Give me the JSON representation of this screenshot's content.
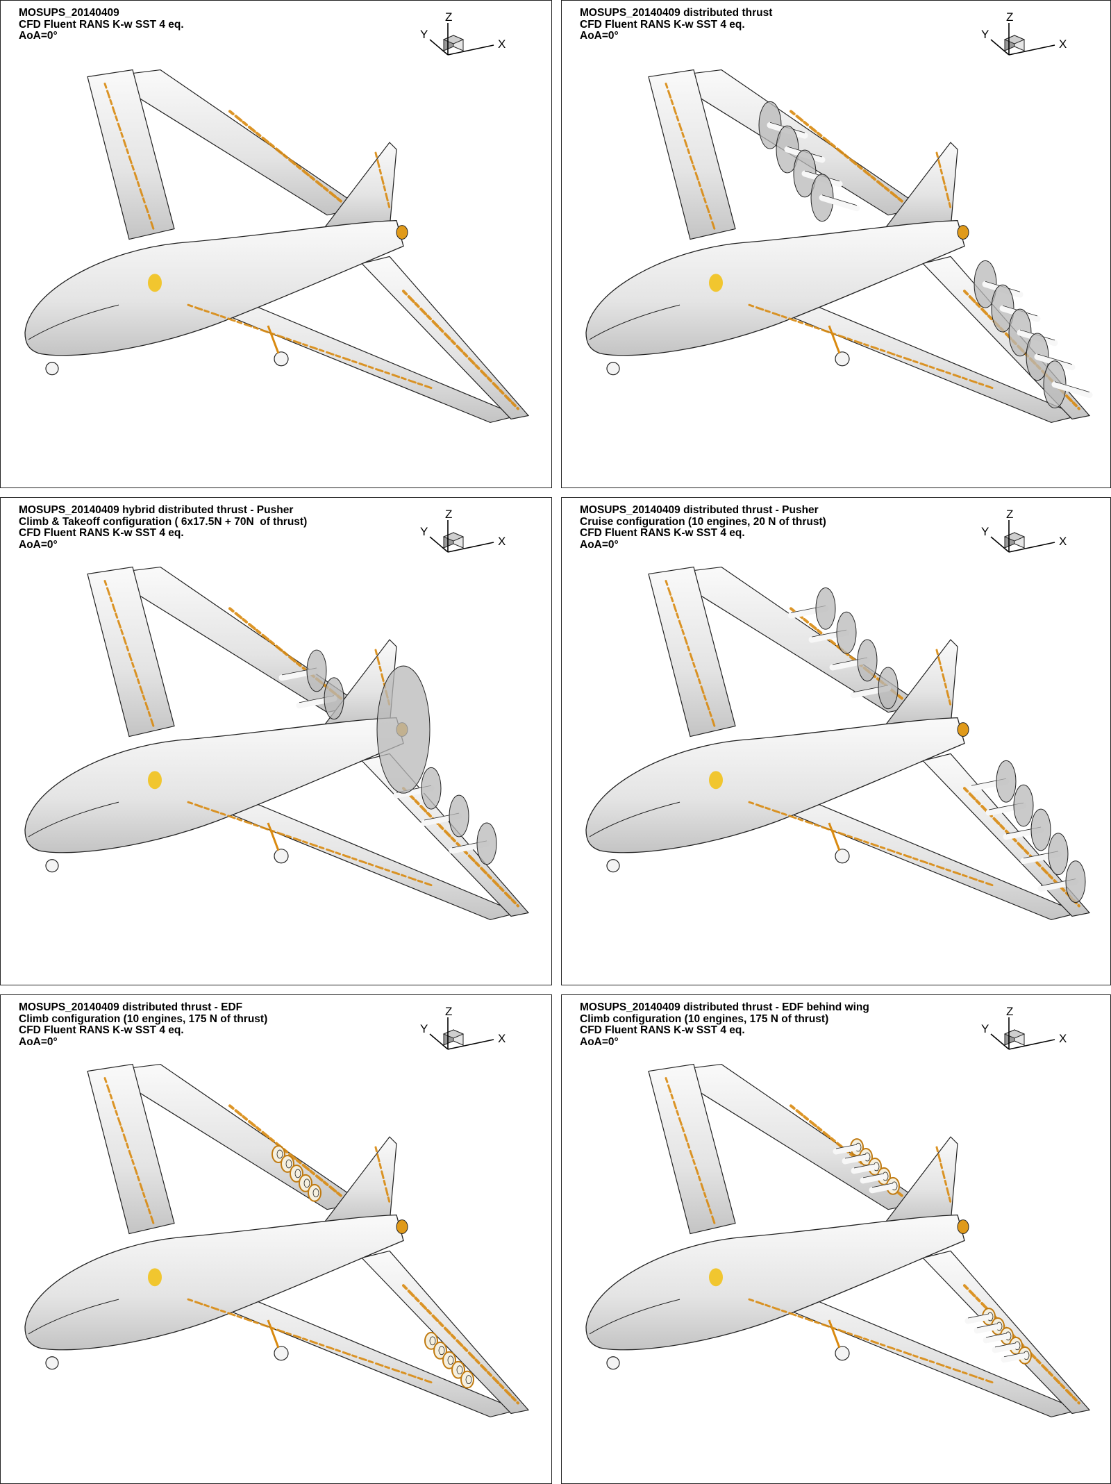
{
  "panels": [
    {
      "id": "p1",
      "caption": [
        "MOSUPS_20140409",
        "CFD Fluent RANS K-w SST 4 eq.",
        "AoA=0°"
      ],
      "propulsion": "none",
      "axes": {
        "x": "X",
        "y": "Y",
        "z": "Z"
      }
    },
    {
      "id": "p2",
      "caption": [
        "MOSUPS_20140409 distributed thrust",
        "CFD Fluent RANS K-w SST 4 eq.",
        "AoA=0°"
      ],
      "propulsion": "discs-front",
      "axes": {
        "x": "X",
        "y": "Y",
        "z": "Z"
      }
    },
    {
      "id": "p3",
      "caption": [
        "MOSUPS_20140409 hybrid distributed thrust - Pusher",
        "Climb & Takeoff configuration ( 6x17.5N + 70N  of thrust)",
        "CFD Fluent RANS K-w SST 4 eq.",
        "AoA=0°"
      ],
      "propulsion": "hybrid-pusher",
      "axes": {
        "x": "X",
        "y": "Y",
        "z": "Z"
      }
    },
    {
      "id": "p4",
      "caption": [
        "MOSUPS_20140409 distributed thrust - Pusher",
        "Cruise configuration (10 engines, 20 N of thrust)",
        "CFD Fluent RANS K-w SST 4 eq.",
        "AoA=0°"
      ],
      "propulsion": "pusher",
      "axes": {
        "x": "X",
        "y": "Y",
        "z": "Z"
      }
    },
    {
      "id": "p5",
      "caption": [
        "MOSUPS_20140409 distributed thrust - EDF",
        "Climb configuration (10 engines, 175 N of thrust)",
        "CFD Fluent RANS K-w SST 4 eq.",
        "AoA=0°"
      ],
      "propulsion": "edf",
      "axes": {
        "x": "X",
        "y": "Y",
        "z": "Z"
      }
    },
    {
      "id": "p6",
      "caption": [
        "MOSUPS_20140409 distributed thrust - EDF behind wing",
        "Climb configuration (10 engines, 175 N of thrust)",
        "CFD Fluent RANS K-w SST 4 eq.",
        "AoA=0°"
      ],
      "propulsion": "edf-behind",
      "axes": {
        "x": "X",
        "y": "Y",
        "z": "Z"
      }
    }
  ],
  "colors": {
    "surface": "#eeeeee",
    "contour": "#d98a10",
    "highlight": "#f2c21b",
    "disc": "#b8b8b8",
    "outline": "#222222"
  }
}
